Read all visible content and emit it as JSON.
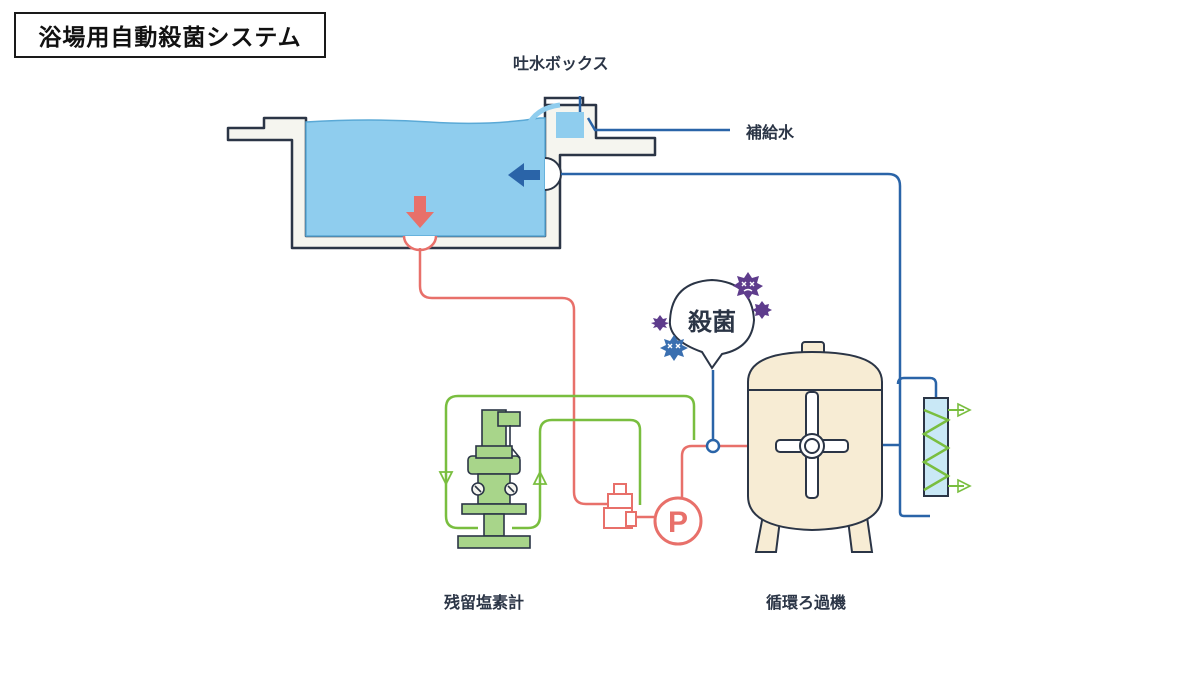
{
  "title": "浴場用自動殺菌システム",
  "labels": {
    "outlet_box": "吐水ボックス",
    "makeup_water": "補給水",
    "sterilize": "殺菌",
    "chlorine_meter": "残留塩素計",
    "filter": "循環ろ過機",
    "pump": "P"
  },
  "colors": {
    "water": "#8fcdee",
    "tank_fill": "#f5f5ef",
    "outline": "#2b3546",
    "blue_pipe": "#2a64a8",
    "red_pipe": "#e8706a",
    "green_pipe": "#79be3f",
    "filter_body": "#f7ecd4",
    "germ_purple": "#5e3c8c",
    "germ_blue": "#3a6fb0"
  },
  "icons": [
    "arrow-left-icon",
    "arrow-down-icon",
    "germ-icon",
    "pump-icon",
    "dosing-pump-icon",
    "heat-exchanger-icon"
  ]
}
